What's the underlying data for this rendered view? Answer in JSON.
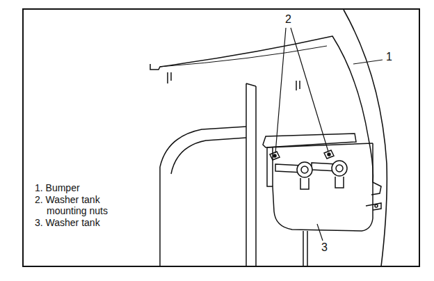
{
  "diagram": {
    "labels": [
      "2",
      "1",
      "3",
      "1. Bumper",
      "2. Washer tank mounting nuts",
      "3. Washer tank"
    ]
  }
}
